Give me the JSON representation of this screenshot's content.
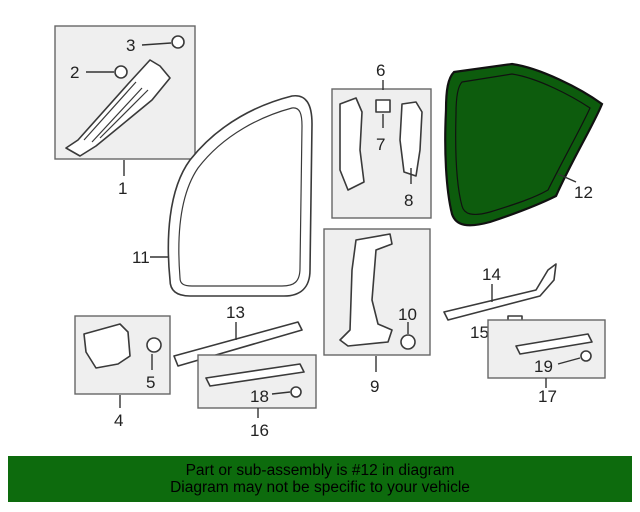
{
  "callouts": {
    "n1": "1",
    "n2": "2",
    "n3": "3",
    "n4": "4",
    "n5": "5",
    "n6": "6",
    "n7": "7",
    "n8": "8",
    "n9": "9",
    "n10": "10",
    "n11": "11",
    "n12": "12",
    "n13": "13",
    "n14": "14",
    "n15": "15",
    "n16": "16",
    "n17": "17",
    "n18": "18",
    "n19": "19"
  },
  "highlight": {
    "part_number": "12",
    "color": "#0d5c0d"
  },
  "banner": {
    "line1": "Part or sub-assembly is #12 in diagram",
    "line2": "Diagram may not be specific to your vehicle",
    "color": "#0d6b0d"
  }
}
